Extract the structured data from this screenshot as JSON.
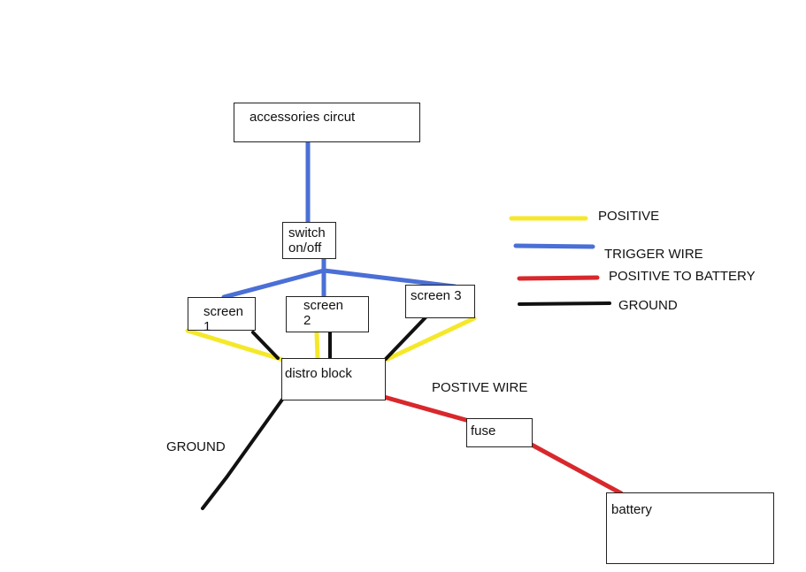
{
  "colors": {
    "positive": "#f5e82a",
    "trigger": "#4a6fd6",
    "battery_positive": "#d8282c",
    "ground": "#111111"
  },
  "nodes": {
    "accessories": "accessories circut",
    "switch": "switch on/off",
    "screen1": "screen 1",
    "screen2": "screen 2",
    "screen3": "screen 3",
    "distro": "distro block",
    "fuse": "fuse",
    "battery": "battery"
  },
  "labels": {
    "ground": "GROUND",
    "positive_wire": "POSTIVE WIRE"
  },
  "legend": {
    "positive": "POSITIVE",
    "trigger": "TRIGGER WIRE",
    "battery_positive": "POSITIVE TO BATTERY",
    "ground": "GROUND"
  }
}
